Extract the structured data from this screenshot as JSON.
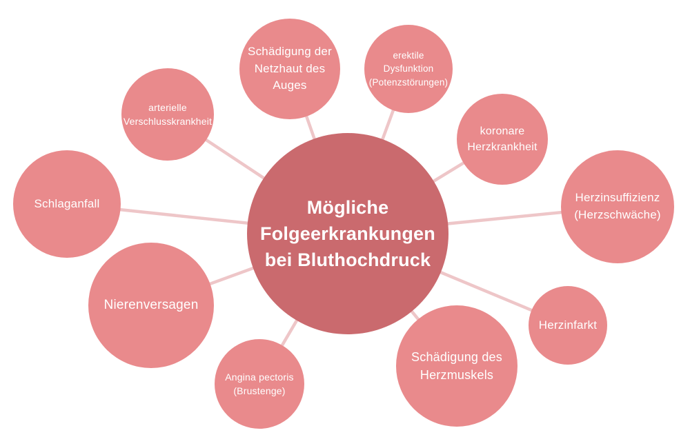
{
  "diagram": {
    "title": "Mögliche Folgeerkrankungen bei Bluthochdruck",
    "center_node": {
      "label": "Mögliche\nFolgeerkrankungen\nbei Bluthochdruck"
    },
    "nodes": [
      {
        "id": "schaedigung-netzhaut",
        "label": "Schädigung der\nNetzhaut des\nAuges"
      },
      {
        "id": "erektile-dysfunktion",
        "label": "erektile\nDysfunktion\n(Potenzstörungen)"
      },
      {
        "id": "arterielle-verschlusskrankheit",
        "label": "arterielle\nVerschlusskrankheit"
      },
      {
        "id": "koronare-herzkrankheit",
        "label": "koronare\nHerzkrankheit"
      },
      {
        "id": "herzinsuffizienz",
        "label": "Herzinsuffizienz\n(Herzschwäche)"
      },
      {
        "id": "schlaganfall",
        "label": "Schlaganfall"
      },
      {
        "id": "nierenversagen",
        "label": "Nierenversagen"
      },
      {
        "id": "angina-pectoris",
        "label": "Angina pectoris\n(Brustenge)"
      },
      {
        "id": "schaedigung-herzmuskel",
        "label": "Schädigung des\nHerzmuskels"
      },
      {
        "id": "herzinfarkt",
        "label": "Herzinfarkt"
      }
    ],
    "colors": {
      "center_node": "#ca6a6e",
      "satellite_node": "#e98a8c",
      "connector": "#eec6c8",
      "text": "#ffffff",
      "background": "#ffffff"
    }
  }
}
